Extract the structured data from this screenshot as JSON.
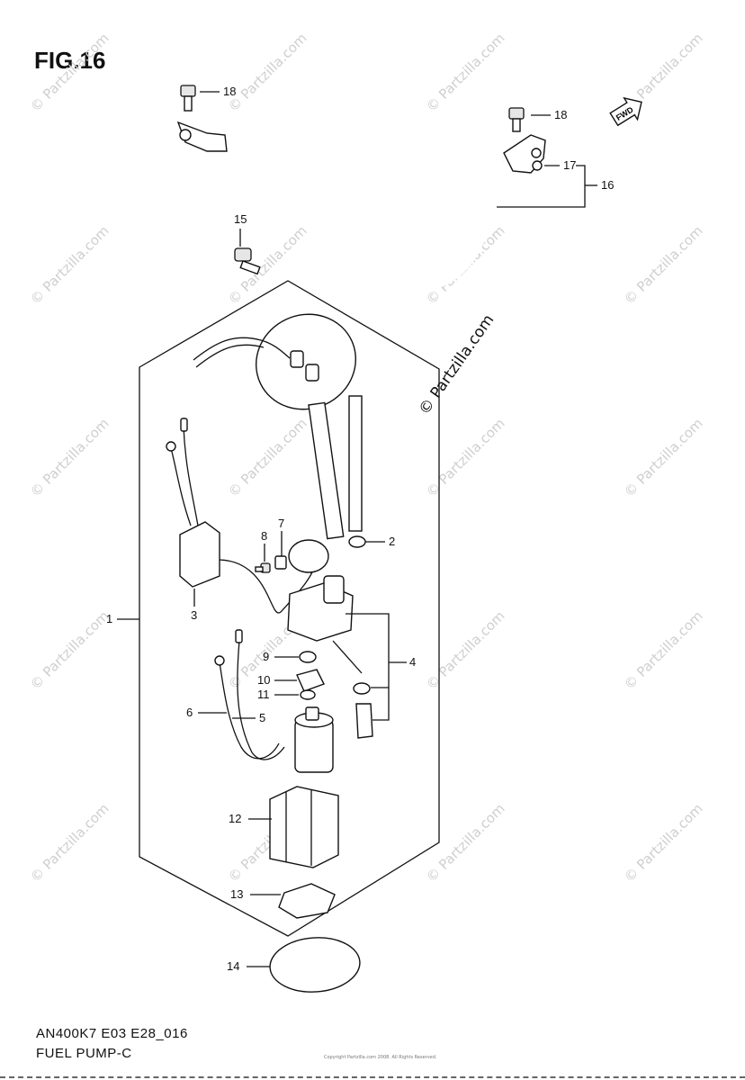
{
  "figure": {
    "title": "FIG.16",
    "model_code": "AN400K7 E03 E28_016",
    "caption": "FUEL PUMP-C",
    "copyright_note": "Copyright Partzilla.com 2008. All Rights Reserved."
  },
  "watermark": {
    "text": "© Partzilla.com",
    "feature_text": "© Partzilla.com"
  },
  "direction_marker": "FWD",
  "callouts": [
    "1",
    "2",
    "3",
    "4",
    "5",
    "6",
    "7",
    "8",
    "9",
    "10",
    "11",
    "12",
    "13",
    "14",
    "15",
    "16",
    "17",
    "18",
    "18"
  ],
  "colors": {
    "line": "#111111",
    "watermark": "#cfcfcf",
    "background": "#ffffff"
  }
}
